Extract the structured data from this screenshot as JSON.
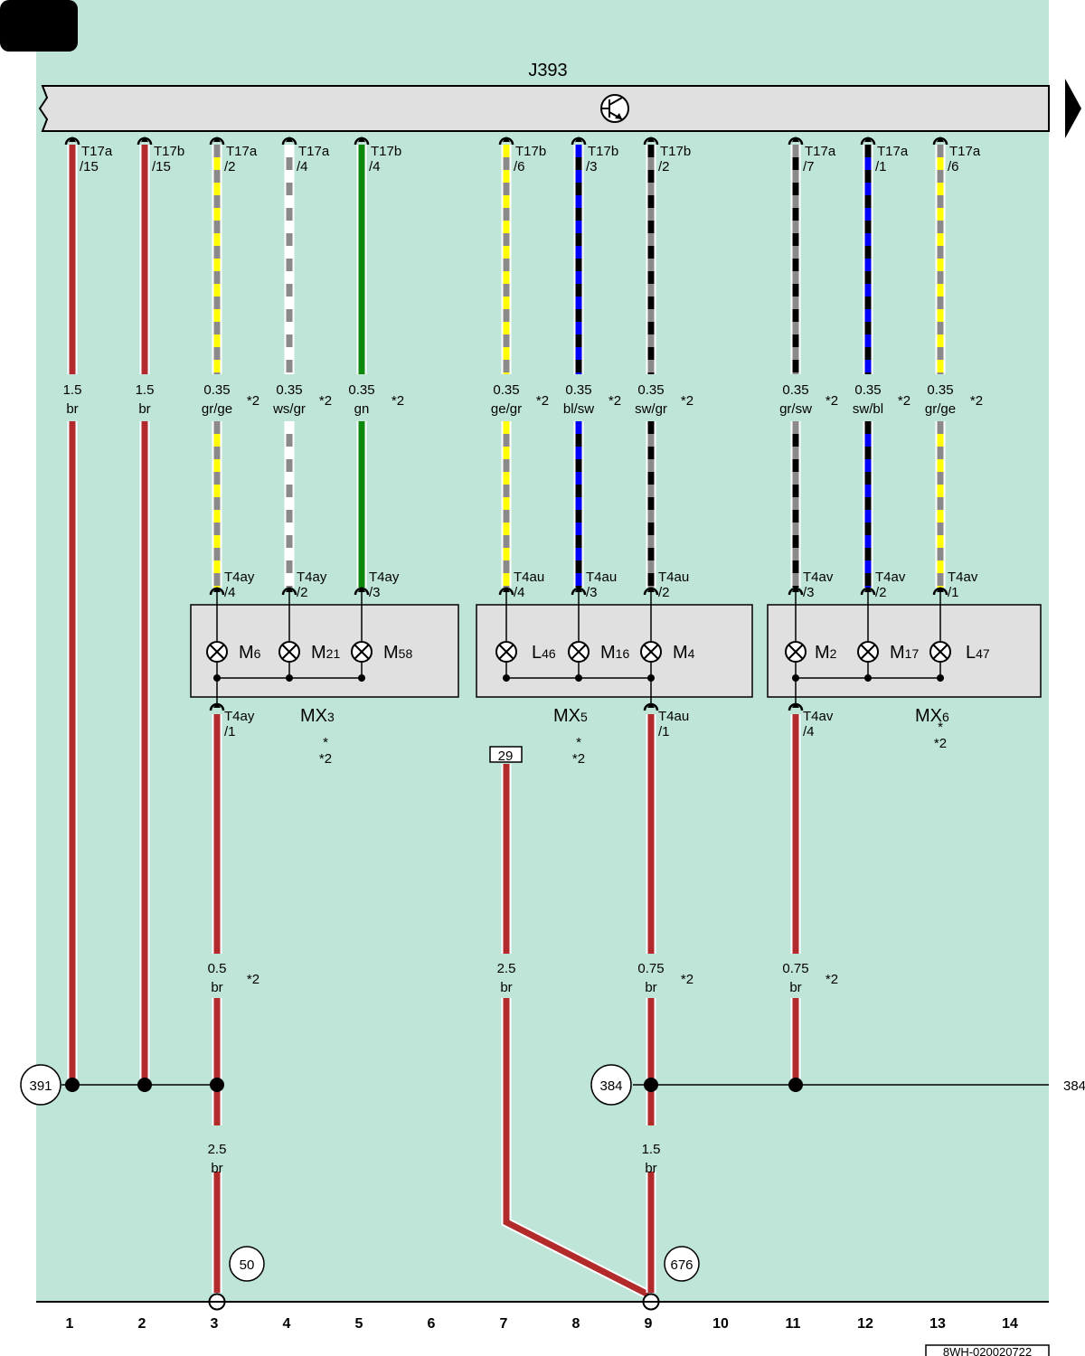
{
  "title": "J393",
  "ref_code": "8WH-020020722",
  "edge_ref": "384",
  "colors": {
    "background": "#bfe5d9",
    "bus": "#e0e0e0",
    "br": "#b22a2a",
    "gn": "#0a8a0a",
    "gr": "#8a8a8a",
    "ge": "#ffff00",
    "ws": "#ffffff",
    "sw": "#000000",
    "bl": "#0000ff",
    "box": "#e0e0e0"
  },
  "columns": [
    "1",
    "2",
    "3",
    "4",
    "5",
    "6",
    "7",
    "8",
    "9",
    "10",
    "11",
    "12",
    "13",
    "14"
  ],
  "wires": [
    {
      "conn": "T17a",
      "pin": "/15",
      "size": "1.5",
      "color": "br",
      "note": ""
    },
    {
      "conn": "T17b",
      "pin": "/15",
      "size": "1.5",
      "color": "br",
      "note": ""
    },
    {
      "conn": "T17a",
      "pin": "/2",
      "size": "0.35",
      "color": "gr/ge",
      "note": "*2"
    },
    {
      "conn": "T17a",
      "pin": "/4",
      "size": "0.35",
      "color": "ws/gr",
      "note": "*2"
    },
    {
      "conn": "T17b",
      "pin": "/4",
      "size": "0.35",
      "color": "gn",
      "note": "*2"
    },
    {
      "conn": "T17b",
      "pin": "/6",
      "size": "0.35",
      "color": "ge/gr",
      "note": "*2"
    },
    {
      "conn": "T17b",
      "pin": "/3",
      "size": "0.35",
      "color": "bl/sw",
      "note": "*2"
    },
    {
      "conn": "T17b",
      "pin": "/2",
      "size": "0.35",
      "color": "sw/gr",
      "note": "*2"
    },
    {
      "conn": "T17a",
      "pin": "/7",
      "size": "0.35",
      "color": "gr/sw",
      "note": "*2"
    },
    {
      "conn": "T17a",
      "pin": "/1",
      "size": "0.35",
      "color": "sw/bl",
      "note": "*2"
    },
    {
      "conn": "T17a",
      "pin": "/6",
      "size": "0.35",
      "color": "gr/ge",
      "note": "*2"
    }
  ],
  "modules": [
    {
      "name": "MX3",
      "star": "*",
      "note": "*2",
      "in_conn": [
        "T4ay",
        "T4ay",
        "T4ay"
      ],
      "in_pins": [
        "/4",
        "/2",
        "/3"
      ],
      "out_conn": "T4ay",
      "out_pin": "/1",
      "lamps": [
        {
          "letter": "M",
          "num": "6"
        },
        {
          "letter": "M",
          "num": "21"
        },
        {
          "letter": "M",
          "num": "58"
        }
      ]
    },
    {
      "name": "MX5",
      "star": "*",
      "note": "*2",
      "in_conn": [
        "T4au",
        "T4au",
        "T4au"
      ],
      "in_pins": [
        "/4",
        "/3",
        "/2"
      ],
      "out_conn": "T4au",
      "out_pin": "/1",
      "lamps": [
        {
          "letter": "L",
          "num": "46"
        },
        {
          "letter": "M",
          "num": "16"
        },
        {
          "letter": "M",
          "num": "4"
        }
      ]
    },
    {
      "name": "MX6",
      "star": "*",
      "note": "*2",
      "in_conn": [
        "T4av",
        "T4av",
        "T4av"
      ],
      "in_pins": [
        "/3",
        "/2",
        "/1"
      ],
      "out_conn": "T4av",
      "out_pin": "/4",
      "lamps": [
        {
          "letter": "M",
          "num": "2"
        },
        {
          "letter": "M",
          "num": "17"
        },
        {
          "letter": "L",
          "num": "47"
        }
      ]
    }
  ],
  "terminal": "29",
  "lower_wires": [
    {
      "size": "0.5",
      "color": "br",
      "note": "*2"
    },
    {
      "size": "2.5",
      "color": "br",
      "note": ""
    },
    {
      "size": "0.75",
      "color": "br",
      "note": "*2"
    },
    {
      "size": "0.75",
      "color": "br",
      "note": "*2"
    }
  ],
  "ground_wires": [
    {
      "size": "2.5",
      "color": "br"
    },
    {
      "size": "1.5",
      "color": "br"
    }
  ],
  "nodes": [
    "391",
    "384",
    "50",
    "676"
  ]
}
